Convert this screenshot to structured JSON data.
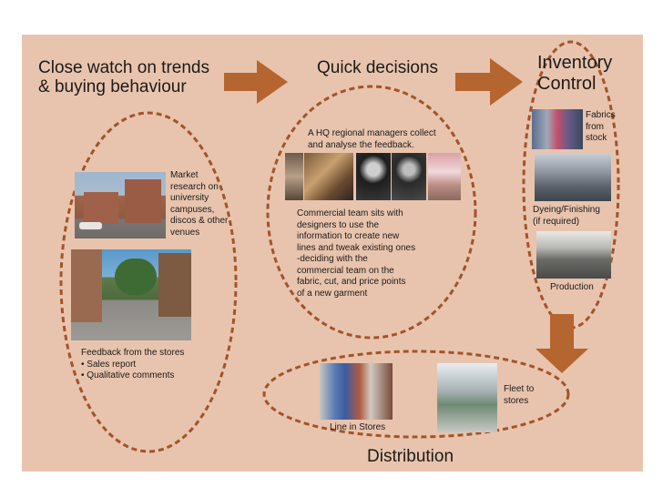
{
  "stages": {
    "trends": {
      "title_line1": "Close watch on trends",
      "title_line2": "& buying behaviour"
    },
    "quick": {
      "title": "Quick decisions"
    },
    "inventory": {
      "title_line1": "Inventory",
      "title_line2": "Control"
    },
    "distribution": {
      "title": "Distribution"
    }
  },
  "trends_panel": {
    "market_research": [
      "Market",
      "research on",
      "university",
      "campuses,",
      "discos & other",
      "venues"
    ],
    "feedback_heading": "Feedback from the stores",
    "feedback_bullets": [
      "• Sales report",
      "• Qualitative comments"
    ]
  },
  "quick_panel": {
    "hq_text": [
      "A HQ regional managers collect",
      "and analyse the feedback."
    ],
    "commercial_text": [
      "Commercial team sits with",
      "designers to use the",
      "information to create new",
      "lines and tweak existing ones",
      "-deciding with the",
      "commercial team on the",
      "fabric, cut, and price points",
      "of a new garment"
    ]
  },
  "inventory_panel": {
    "fabrics": [
      "Fabrics",
      "from",
      "stock"
    ],
    "dyeing": [
      "Dyeing/Finishing",
      "(if required)"
    ],
    "production": "Production"
  },
  "distribution_panel": {
    "line_in_stores": "Line in Stores",
    "fleet": [
      "Fleet to",
      "stores"
    ]
  },
  "colors": {
    "background": "#e8c4ae",
    "arrow": "#b5652f",
    "dashed_outline": "#a3532a",
    "text": "#1d1a18"
  }
}
